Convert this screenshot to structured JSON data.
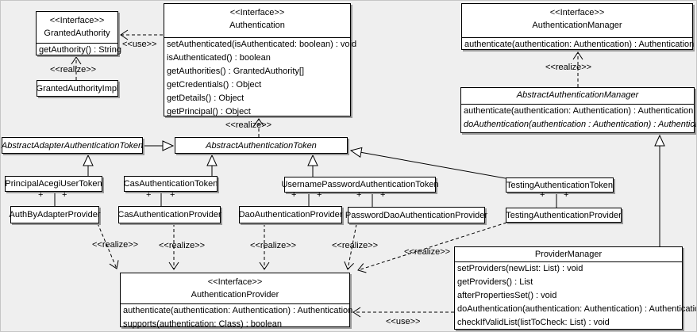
{
  "colors": {
    "background": "#efefef",
    "box_fill": "#ffffff",
    "box_border": "#000000",
    "shadow": "#9a9a9a"
  },
  "labels": {
    "use": "<<use>>",
    "realize": "<<realize>>",
    "plus": "+"
  },
  "classes": {
    "granted_authority": {
      "stereotype": "<<Interface>>",
      "name": "GrantedAuthority",
      "methods": [
        "getAuthority() : String"
      ]
    },
    "granted_authority_impl": {
      "name": "GrantedAuthorityImpl"
    },
    "authentication": {
      "stereotype": "<<Interface>>",
      "name": "Authentication",
      "methods": [
        "setAuthenticated(isAuthenticated: boolean) : void",
        "isAuthenticated() : boolean",
        "getAuthorities() : GrantedAuthority[]",
        "getCredentials() : Object",
        "getDetails() : Object",
        "getPrincipal() : Object"
      ]
    },
    "authentication_manager": {
      "stereotype": "<<Interface>>",
      "name": "AuthenticationManager",
      "methods": [
        "authenticate(authentication: Authentication) : Authentication"
      ]
    },
    "abstract_authentication_manager": {
      "name": "AbstractAuthenticationManager",
      "methods": [
        "authenticate(authentication: Authentication) : Authentication",
        "doAuthentication(authentication : Authentication) : Authentication"
      ]
    },
    "abstract_adapter_authentication_token": {
      "name": "AbstractAdapterAuthenticationToken"
    },
    "abstract_authentication_token": {
      "name": "AbstractAuthenticationToken"
    },
    "principal_acegi_user_token": {
      "name": "PrincipalAcegiUserToken"
    },
    "cas_authentication_token": {
      "name": "CasAuthenticationToken"
    },
    "username_password_authentication_token": {
      "name": "UsernamePasswordAuthenticationToken"
    },
    "testing_authentication_token": {
      "name": "TestingAuthenticationToken"
    },
    "auth_by_adapter_provider": {
      "name": "AuthByAdapterProvider"
    },
    "cas_authentication_provider": {
      "name": "CasAuthenticationProvider"
    },
    "dao_authentication_provider": {
      "name": "DaoAuthenticationProvider"
    },
    "password_dao_authentication_provider": {
      "name": "PasswordDaoAuthenticationProvider"
    },
    "testing_authentication_provider": {
      "name": "TestingAuthenticationProvider"
    },
    "authentication_provider": {
      "stereotype": "<<Interface>>",
      "name": "AuthenticationProvider",
      "methods": [
        "authenticate(authentication: Authentication) : Authentication",
        "supports(authentication: Class) : boolean"
      ]
    },
    "provider_manager": {
      "name": "ProviderManager",
      "methods": [
        "setProviders(newList: List) : void",
        "getProviders() : List",
        "afterPropertiesSet() : void",
        "doAuthentication(authentication: Authentication) : Authentication",
        "checkIfValidList(listToCheck: List) : void"
      ]
    }
  },
  "relationships": [
    {
      "from": "Authentication",
      "to": "GrantedAuthority",
      "type": "dependency",
      "label": "<<use>>"
    },
    {
      "from": "GrantedAuthorityImpl",
      "to": "GrantedAuthority",
      "type": "realization",
      "label": "<<realize>>"
    },
    {
      "from": "AbstractAuthenticationToken",
      "to": "Authentication",
      "type": "realization",
      "label": "<<realize>>"
    },
    {
      "from": "AbstractAuthenticationManager",
      "to": "AuthenticationManager",
      "type": "realization",
      "label": "<<realize>>"
    },
    {
      "from": "AbstractAdapterAuthenticationToken",
      "to": "AbstractAuthenticationToken",
      "type": "generalization"
    },
    {
      "from": "PrincipalAcegiUserToken",
      "to": "AbstractAdapterAuthenticationToken",
      "type": "generalization"
    },
    {
      "from": "CasAuthenticationToken",
      "to": "AbstractAuthenticationToken",
      "type": "generalization"
    },
    {
      "from": "UsernamePasswordAuthenticationToken",
      "to": "AbstractAuthenticationToken",
      "type": "generalization"
    },
    {
      "from": "TestingAuthenticationToken",
      "to": "AbstractAuthenticationToken",
      "type": "generalization"
    },
    {
      "from": "ProviderManager",
      "to": "AbstractAuthenticationManager",
      "type": "generalization"
    },
    {
      "from": "PrincipalAcegiUserToken",
      "to": "AuthByAdapterProvider",
      "type": "association",
      "multiplicity": "+ +"
    },
    {
      "from": "CasAuthenticationToken",
      "to": "CasAuthenticationProvider",
      "type": "association",
      "multiplicity": "+ +"
    },
    {
      "from": "UsernamePasswordAuthenticationToken",
      "to": "DaoAuthenticationProvider",
      "type": "association",
      "multiplicity": "+ +"
    },
    {
      "from": "UsernamePasswordAuthenticationToken",
      "to": "PasswordDaoAuthenticationProvider",
      "type": "association",
      "multiplicity": "+ +"
    },
    {
      "from": "TestingAuthenticationToken",
      "to": "TestingAuthenticationProvider",
      "type": "association",
      "multiplicity": "+ +"
    },
    {
      "from": "AuthByAdapterProvider",
      "to": "AuthenticationProvider",
      "type": "realization",
      "label": "<<realize>>"
    },
    {
      "from": "CasAuthenticationProvider",
      "to": "AuthenticationProvider",
      "type": "realization",
      "label": "<<realize>>"
    },
    {
      "from": "DaoAuthenticationProvider",
      "to": "AuthenticationProvider",
      "type": "realization",
      "label": "<<realize>>"
    },
    {
      "from": "PasswordDaoAuthenticationProvider",
      "to": "AuthenticationProvider",
      "type": "realization",
      "label": "<<realize>>"
    },
    {
      "from": "TestingAuthenticationProvider",
      "to": "AuthenticationProvider",
      "type": "realization",
      "label": "<<realize>>"
    },
    {
      "from": "ProviderManager",
      "to": "AuthenticationProvider",
      "type": "dependency",
      "label": "<<use>>"
    }
  ]
}
